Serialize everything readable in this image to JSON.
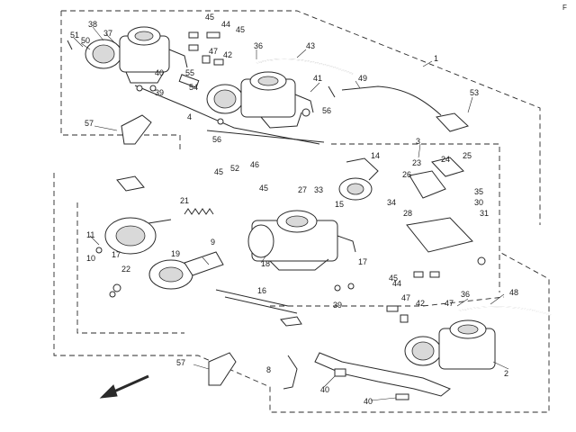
{
  "corner_mark": "F",
  "labels": [
    {
      "text": "38"
    },
    {
      "text": "37"
    },
    {
      "text": "51"
    },
    {
      "text": "50"
    },
    {
      "text": "45"
    },
    {
      "text": "44"
    },
    {
      "text": "45"
    },
    {
      "text": "36"
    },
    {
      "text": "43"
    },
    {
      "text": "1"
    },
    {
      "text": "47"
    },
    {
      "text": "42"
    },
    {
      "text": "40"
    },
    {
      "text": "39"
    },
    {
      "text": "55"
    },
    {
      "text": "54"
    },
    {
      "text": "41"
    },
    {
      "text": "49"
    },
    {
      "text": "53"
    },
    {
      "text": "57"
    },
    {
      "text": "56"
    },
    {
      "text": "56"
    },
    {
      "text": "4"
    },
    {
      "text": "3"
    },
    {
      "text": "14"
    },
    {
      "text": "23"
    },
    {
      "text": "24"
    },
    {
      "text": "25"
    },
    {
      "text": "45"
    },
    {
      "text": "52"
    },
    {
      "text": "46"
    },
    {
      "text": "45"
    },
    {
      "text": "27"
    },
    {
      "text": "33"
    },
    {
      "text": "26"
    },
    {
      "text": "35"
    },
    {
      "text": "30"
    },
    {
      "text": "31"
    },
    {
      "text": "34"
    },
    {
      "text": "28"
    },
    {
      "text": "21"
    },
    {
      "text": "15"
    },
    {
      "text": "11"
    },
    {
      "text": "10"
    },
    {
      "text": "17"
    },
    {
      "text": "19"
    },
    {
      "text": "22"
    },
    {
      "text": "9"
    },
    {
      "text": "18"
    },
    {
      "text": "17"
    },
    {
      "text": "16"
    },
    {
      "text": "39"
    },
    {
      "text": "45"
    },
    {
      "text": "44"
    },
    {
      "text": "47"
    },
    {
      "text": "42"
    },
    {
      "text": "36"
    },
    {
      "text": "48"
    },
    {
      "text": "47"
    },
    {
      "text": "2"
    },
    {
      "text": "57"
    },
    {
      "text": "8"
    },
    {
      "text": "40"
    },
    {
      "text": "40"
    }
  ]
}
